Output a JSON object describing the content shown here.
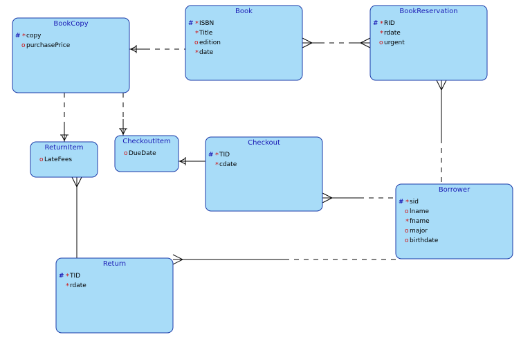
{
  "colors": {
    "entity_fill": "#a8dcf8",
    "entity_border": "#1a3aa8",
    "title_text": "#1a1ab4",
    "marker": "#d01010"
  },
  "entities": [
    {
      "id": "bookcopy",
      "name": "BookCopy",
      "attributes": [
        {
          "hash": "#",
          "marker": "*",
          "name": "copy"
        },
        {
          "hash": "",
          "marker": "o",
          "name": "purchasePrice"
        }
      ]
    },
    {
      "id": "book",
      "name": "Book",
      "attributes": [
        {
          "hash": "#",
          "marker": "*",
          "name": "ISBN"
        },
        {
          "hash": "",
          "marker": "*",
          "name": "Title"
        },
        {
          "hash": "",
          "marker": "o",
          "name": "edition"
        },
        {
          "hash": "",
          "marker": "*",
          "name": "date"
        }
      ]
    },
    {
      "id": "bookreservation",
      "name": "BookReservation",
      "attributes": [
        {
          "hash": "#",
          "marker": "*",
          "name": "RID"
        },
        {
          "hash": "",
          "marker": "*",
          "name": "rdate"
        },
        {
          "hash": "",
          "marker": "o",
          "name": "urgent"
        }
      ]
    },
    {
      "id": "returnitem",
      "name": "ReturnItem",
      "attributes": [
        {
          "hash": "",
          "marker": "o",
          "name": "LateFees"
        }
      ]
    },
    {
      "id": "checkoutitem",
      "name": "CheckoutItem",
      "attributes": [
        {
          "hash": "",
          "marker": "o",
          "name": "DueDate"
        }
      ]
    },
    {
      "id": "checkout",
      "name": "Checkout",
      "attributes": [
        {
          "hash": "#",
          "marker": "*",
          "name": "TID"
        },
        {
          "hash": "",
          "marker": "*",
          "name": "cdate"
        }
      ]
    },
    {
      "id": "borrower",
      "name": "Borrower",
      "attributes": [
        {
          "hash": "#",
          "marker": "*",
          "name": "sid"
        },
        {
          "hash": "",
          "marker": "o",
          "name": "lname"
        },
        {
          "hash": "",
          "marker": "*",
          "name": "fname"
        },
        {
          "hash": "",
          "marker": "o",
          "name": "major"
        },
        {
          "hash": "",
          "marker": "o",
          "name": "birthdate"
        }
      ]
    },
    {
      "id": "return",
      "name": "Return",
      "attributes": [
        {
          "hash": "#",
          "marker": "*",
          "name": "TID"
        },
        {
          "hash": "",
          "marker": "*",
          "name": "rdate"
        }
      ]
    }
  ],
  "relationships": [
    {
      "id": "bookcopy-book",
      "from": "bookcopy",
      "to": "book",
      "from_end": "one",
      "to_end": "none"
    },
    {
      "id": "book-bookreservation",
      "from": "book",
      "to": "bookreservation",
      "from_end": "many",
      "to_end": "many"
    },
    {
      "id": "bookreservation-borrower",
      "from": "bookreservation",
      "to": "borrower",
      "from_end": "many",
      "to_end": "none"
    },
    {
      "id": "bookcopy-returnitem",
      "from": "bookcopy",
      "to": "returnitem",
      "from_end": "none",
      "to_end": "one"
    },
    {
      "id": "bookcopy-checkoutitem",
      "from": "bookcopy",
      "to": "checkoutitem",
      "from_end": "none",
      "to_end": "one"
    },
    {
      "id": "checkoutitem-checkout",
      "from": "checkoutitem",
      "to": "checkout",
      "from_end": "one",
      "to_end": "none"
    },
    {
      "id": "checkout-borrower",
      "from": "checkout",
      "to": "borrower",
      "from_end": "many",
      "to_end": "none"
    },
    {
      "id": "returnitem-return",
      "from": "returnitem",
      "to": "return",
      "from_end": "many",
      "to_end": "none"
    },
    {
      "id": "return-borrower",
      "from": "return",
      "to": "borrower",
      "from_end": "many",
      "to_end": "none"
    }
  ]
}
